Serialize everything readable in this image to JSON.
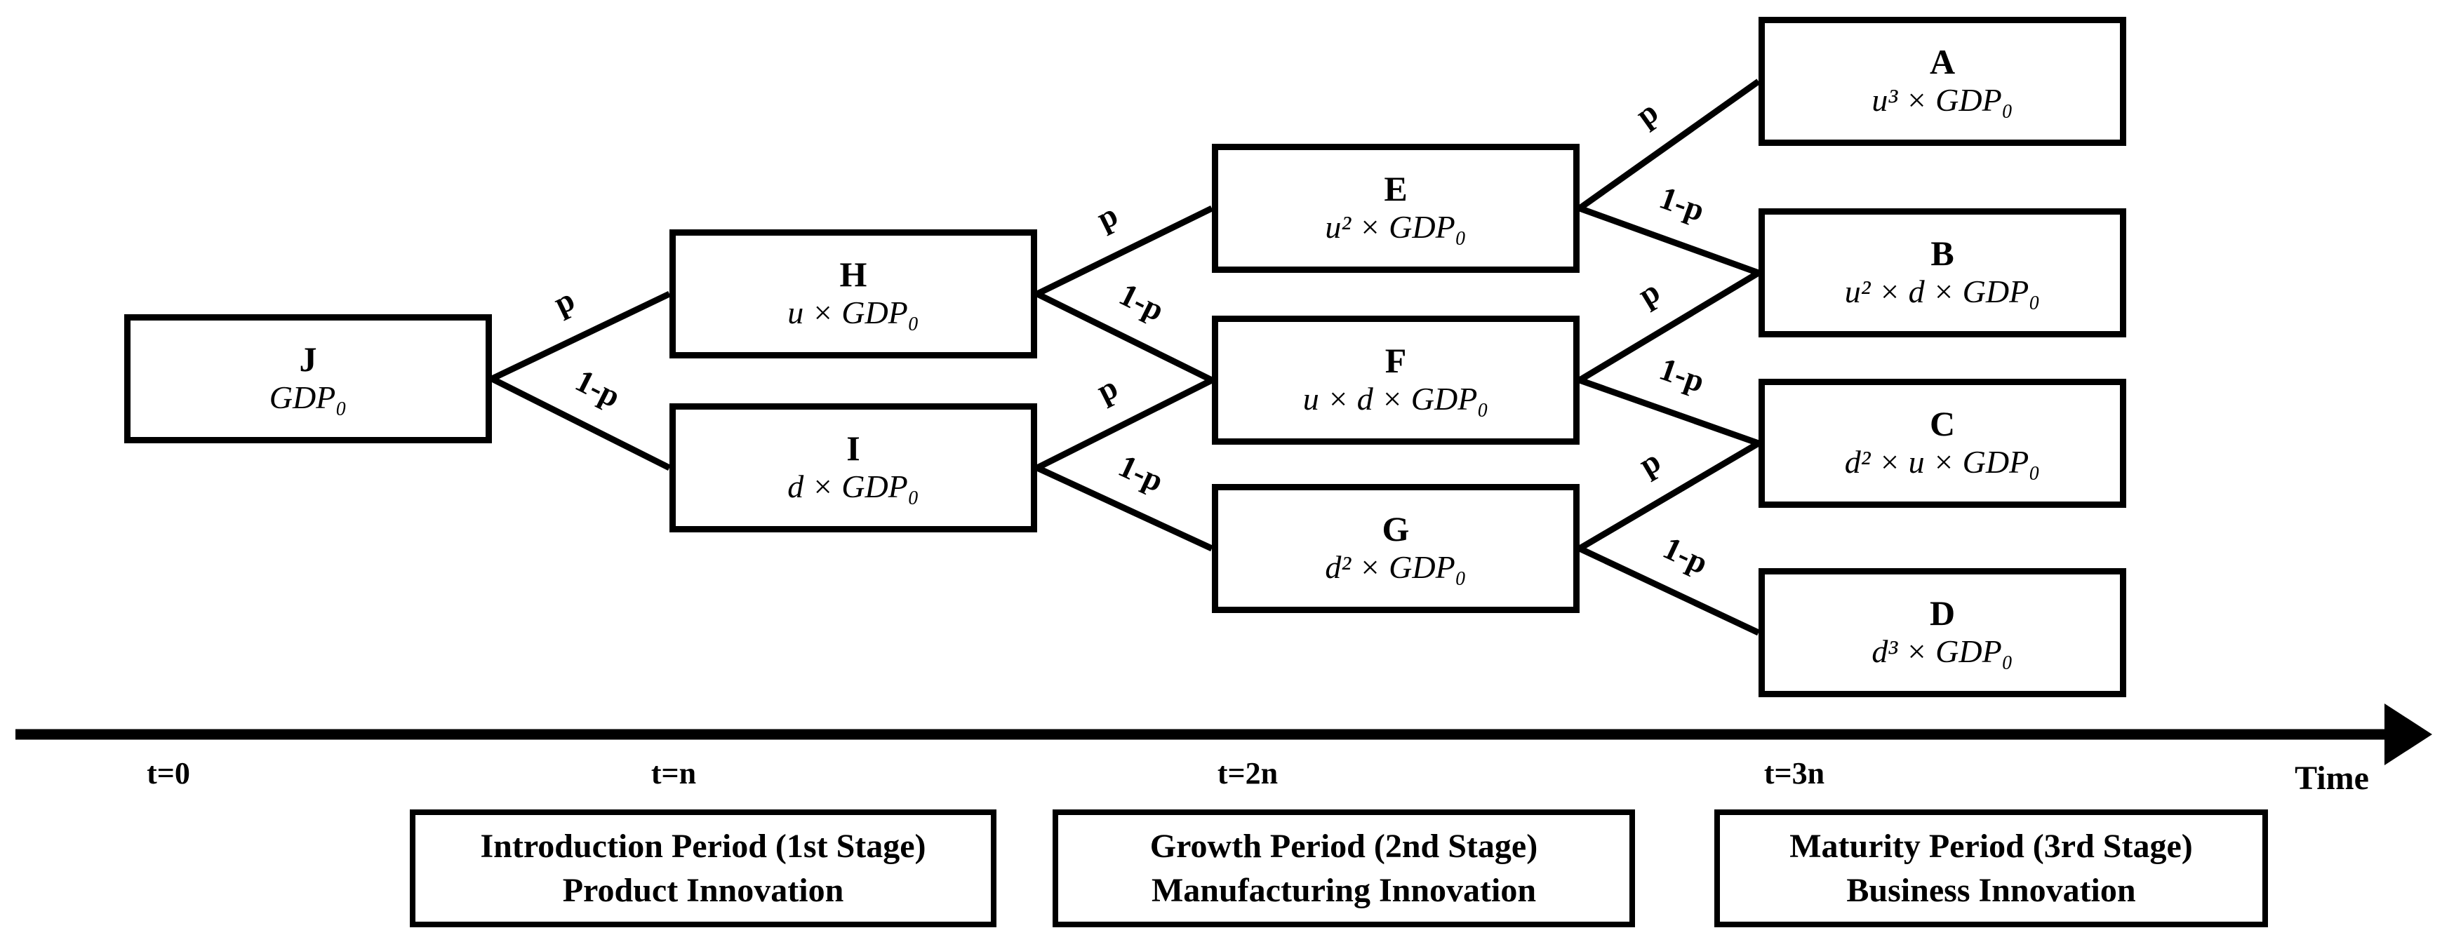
{
  "colors": {
    "ink": "#000000",
    "background": "#ffffff"
  },
  "diagram": {
    "nodes": [
      {
        "id": "J",
        "label": "J",
        "formula": "GDP₀"
      },
      {
        "id": "H",
        "label": "H",
        "formula": "u × GDP₀"
      },
      {
        "id": "I",
        "label": "I",
        "formula": "d × GDP₀"
      },
      {
        "id": "E",
        "label": "E",
        "formula": "u² × GDP₀"
      },
      {
        "id": "F",
        "label": "F",
        "formula": "u × d × GDP₀"
      },
      {
        "id": "G",
        "label": "G",
        "formula": "d² × GDP₀"
      },
      {
        "id": "A",
        "label": "A",
        "formula": "u³ × GDP₀"
      },
      {
        "id": "B",
        "label": "B",
        "formula": "u² × d × GDP₀"
      },
      {
        "id": "C",
        "label": "C",
        "formula": "d² × u × GDP₀"
      },
      {
        "id": "D",
        "label": "D",
        "formula": "d³ × GDP₀"
      }
    ],
    "edges": [
      {
        "from": "J",
        "to": "H",
        "label": "p"
      },
      {
        "from": "J",
        "to": "I",
        "label": "1-p"
      },
      {
        "from": "H",
        "to": "E",
        "label": "p"
      },
      {
        "from": "H",
        "to": "F",
        "label": "1-p"
      },
      {
        "from": "I",
        "to": "F",
        "label": "p"
      },
      {
        "from": "I",
        "to": "G",
        "label": "1-p"
      },
      {
        "from": "E",
        "to": "A",
        "label": "p"
      },
      {
        "from": "E",
        "to": "B",
        "label": "1-p"
      },
      {
        "from": "F",
        "to": "B",
        "label": "p"
      },
      {
        "from": "F",
        "to": "C",
        "label": "1-p"
      },
      {
        "from": "G",
        "to": "C",
        "label": "p"
      },
      {
        "from": "G",
        "to": "D",
        "label": "1-p"
      }
    ]
  },
  "timeline": {
    "ticks": [
      "t=0",
      "t=n",
      "t=2n",
      "t=3n"
    ],
    "axis_label": "Time"
  },
  "stages": [
    {
      "line1": "Introduction Period (1st Stage)",
      "line2": "Product Innovation"
    },
    {
      "line1": "Growth Period (2nd Stage)",
      "line2": "Manufacturing Innovation"
    },
    {
      "line1": "Maturity Period (3rd Stage)",
      "line2": "Business Innovation"
    }
  ]
}
